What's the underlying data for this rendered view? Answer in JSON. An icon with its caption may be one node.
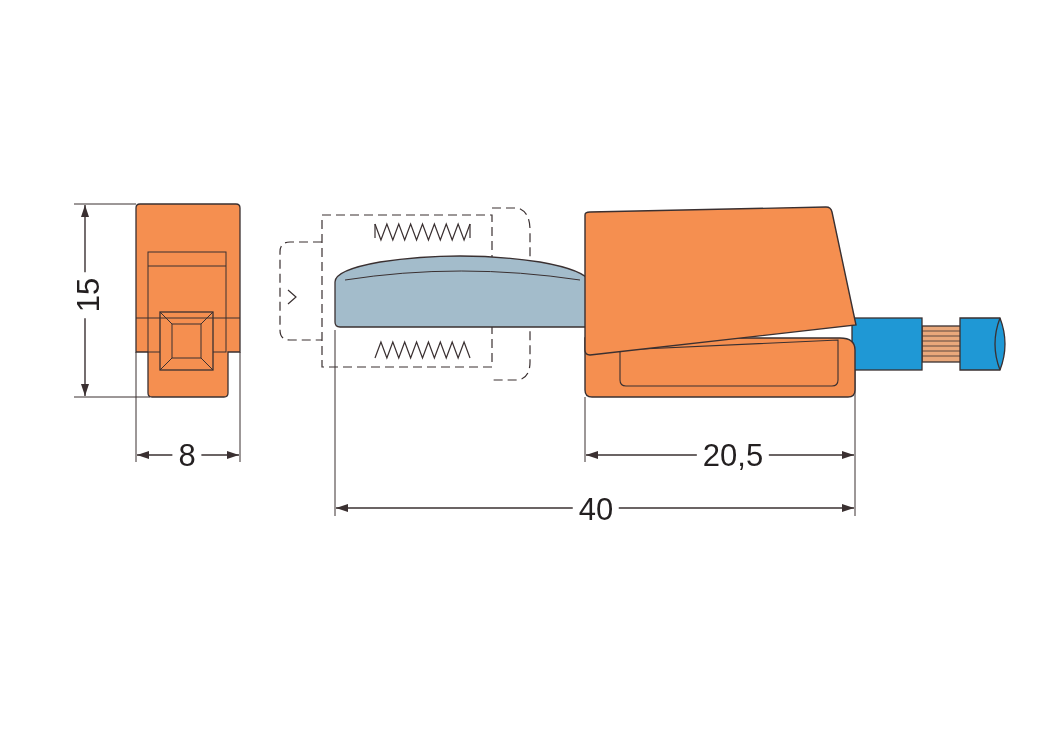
{
  "diagram": {
    "labels": [
      "15",
      "8",
      "20,5",
      "40"
    ]
  }
}
